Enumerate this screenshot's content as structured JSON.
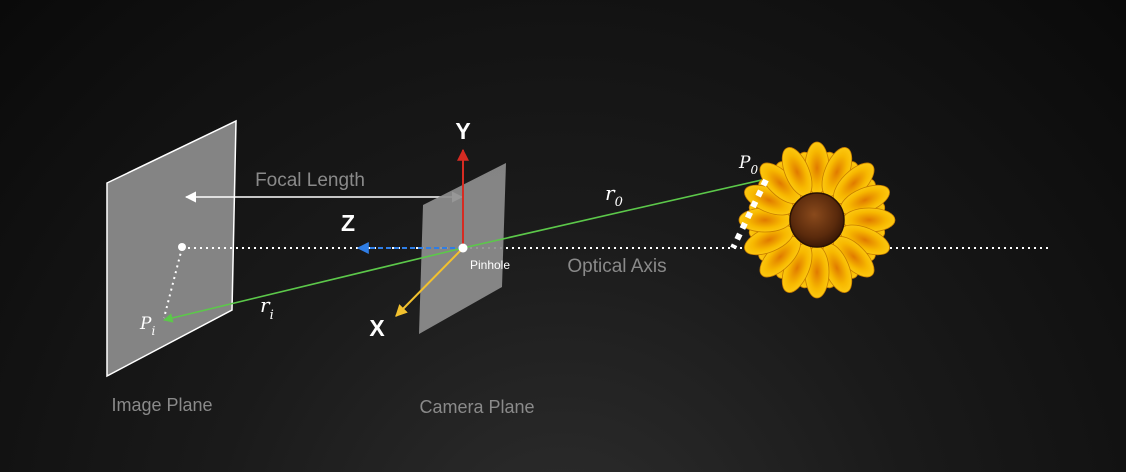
{
  "labels": {
    "focal_length": "Focal Length",
    "optical_axis": "Optical Axis",
    "pinhole": "Pinhole",
    "image_plane": "Image Plane",
    "camera_plane": "Camera Plane",
    "axis_y": "Y",
    "axis_z": "Z",
    "axis_x": "X"
  },
  "math": {
    "p_i_base": "P",
    "p_i_sub": "i",
    "r_i_base": "r",
    "r_i_sub": "i",
    "r_0_base": "r",
    "r_0_sub": "0",
    "p_0_base": "P",
    "p_0_sub": "0"
  },
  "colors": {
    "background": "#161616",
    "plane_fill": "#8e8e8e",
    "ray_green": "#5cc84a",
    "axis_y_red": "#d62b22",
    "axis_z_blue": "#2f7ee6",
    "axis_x_yellow": "#f2c12e",
    "label_gray": "#8a8a8a",
    "white": "#ffffff",
    "petal_yellow": "#f5c400",
    "flower_center": "#7a3e14"
  }
}
